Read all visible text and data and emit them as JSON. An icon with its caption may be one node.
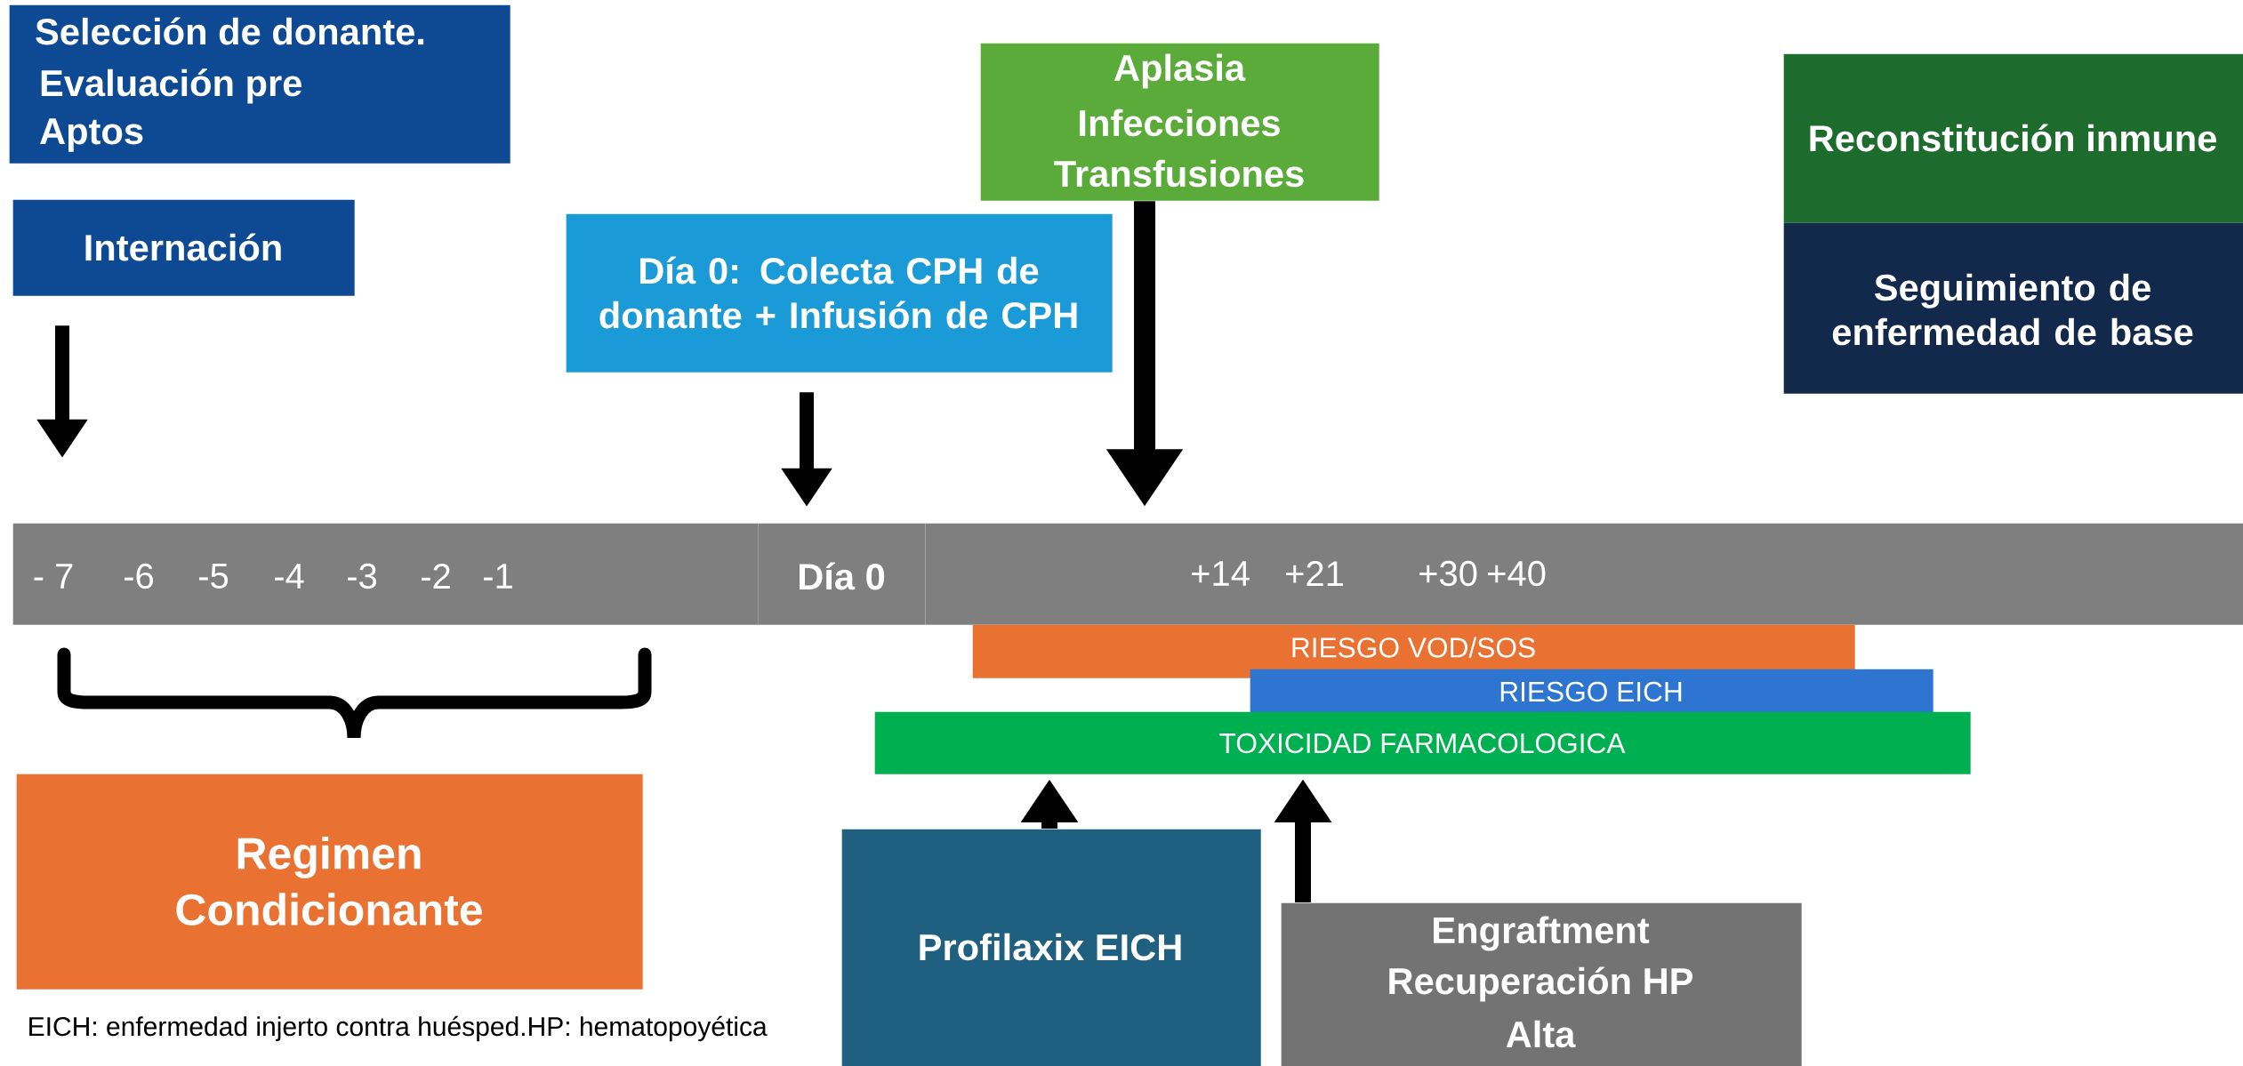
{
  "diagram": {
    "nodes": [
      {
        "text": [
          "Selección de donante.",
          "Evaluación pre",
          "Aptos"
        ]
      },
      {
        "text": [
          "Internación"
        ]
      },
      {
        "text": [
          "Día 0: Colecta CPH de donante + Infusión de CPH"
        ]
      },
      {
        "text": [
          "Aplasia",
          "Infecciones",
          "Transfusiones"
        ]
      },
      {
        "text": [
          "Reconstitución inmune"
        ]
      },
      {
        "text": [
          "Seguimiento de enfermedad de base"
        ]
      },
      {
        "text": [
          "- 7",
          "-6",
          "-5",
          "-4",
          "-3",
          "-2",
          "-1"
        ]
      },
      {
        "text": [
          "Día 0"
        ]
      },
      {
        "text": [
          "+14",
          "+21",
          "+30",
          "+40"
        ]
      },
      {
        "text": [
          "RIESGO VOD/SOS"
        ]
      },
      {
        "text": [
          "RIESGO EICH"
        ]
      },
      {
        "text": [
          "TOXICIDAD  FARMACOLOGICA"
        ]
      },
      {
        "text": [
          "Regimen Condicionante"
        ]
      },
      {
        "text": [
          "Profilaxix EICH"
        ]
      },
      {
        "text": [
          "Engraftment",
          "Recuperación HP",
          "Alta"
        ]
      }
    ],
    "edges": [
      {
        "from": 1,
        "to": 6,
        "arrow": "to"
      },
      {
        "from": 2,
        "to": 7,
        "arrow": "to"
      },
      {
        "from": 3,
        "to": 8,
        "arrow": "to"
      },
      {
        "from": 13,
        "to": 11,
        "arrow": "to"
      },
      {
        "from": 14,
        "to": 11,
        "arrow": "to"
      }
    ],
    "labels": [
      "EICH: enfermedad injerto contra huésped.HP: hematopoyética"
    ]
  }
}
